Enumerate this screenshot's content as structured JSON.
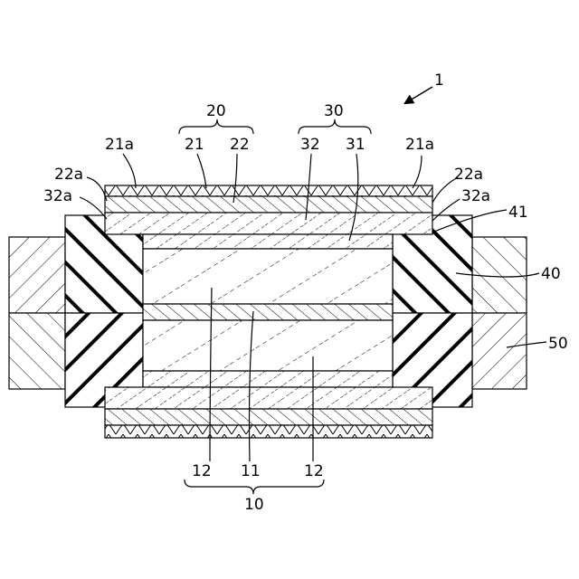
{
  "diagram": {
    "labels": {
      "assembly": "1",
      "group_20": "20",
      "group_30": "30",
      "group_10": "10",
      "l21a_left": "21a",
      "l21": "21",
      "l22": "22",
      "l32": "32",
      "l31": "31",
      "l21a_right": "21a",
      "l22a_left": "22a",
      "l32a_left": "32a",
      "l22a_right": "22a",
      "l32a_right": "32a",
      "l41": "41",
      "l40": "40",
      "l50": "50",
      "l12_left": "12",
      "l11": "11",
      "l12_right": "12"
    }
  }
}
